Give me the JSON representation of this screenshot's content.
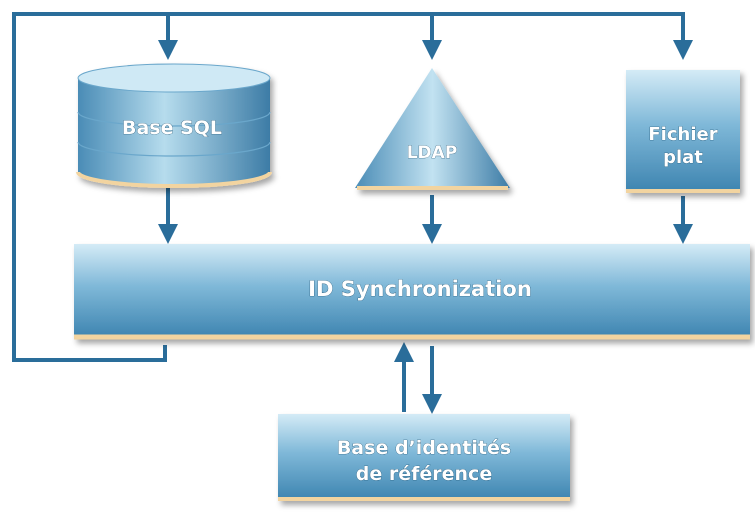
{
  "colors": {
    "connector": "#2a6d9a",
    "box_top": "#d4ebf6",
    "box_mid": "#7fb8d8",
    "box_bottom": "#3d84b0",
    "base_highlight": "#f2d4a0"
  },
  "nodes": {
    "sql": {
      "label": "Base SQL",
      "shape": "cylinder"
    },
    "ldap": {
      "label": "LDAP",
      "shape": "triangle"
    },
    "flat": {
      "label_line1": "Fichier",
      "label_line2": "plat",
      "shape": "document"
    },
    "sync": {
      "label": "ID Synchronization",
      "shape": "bar"
    },
    "reference": {
      "label_line1": "Base d’identités",
      "label_line2": "de référence",
      "shape": "box"
    }
  }
}
